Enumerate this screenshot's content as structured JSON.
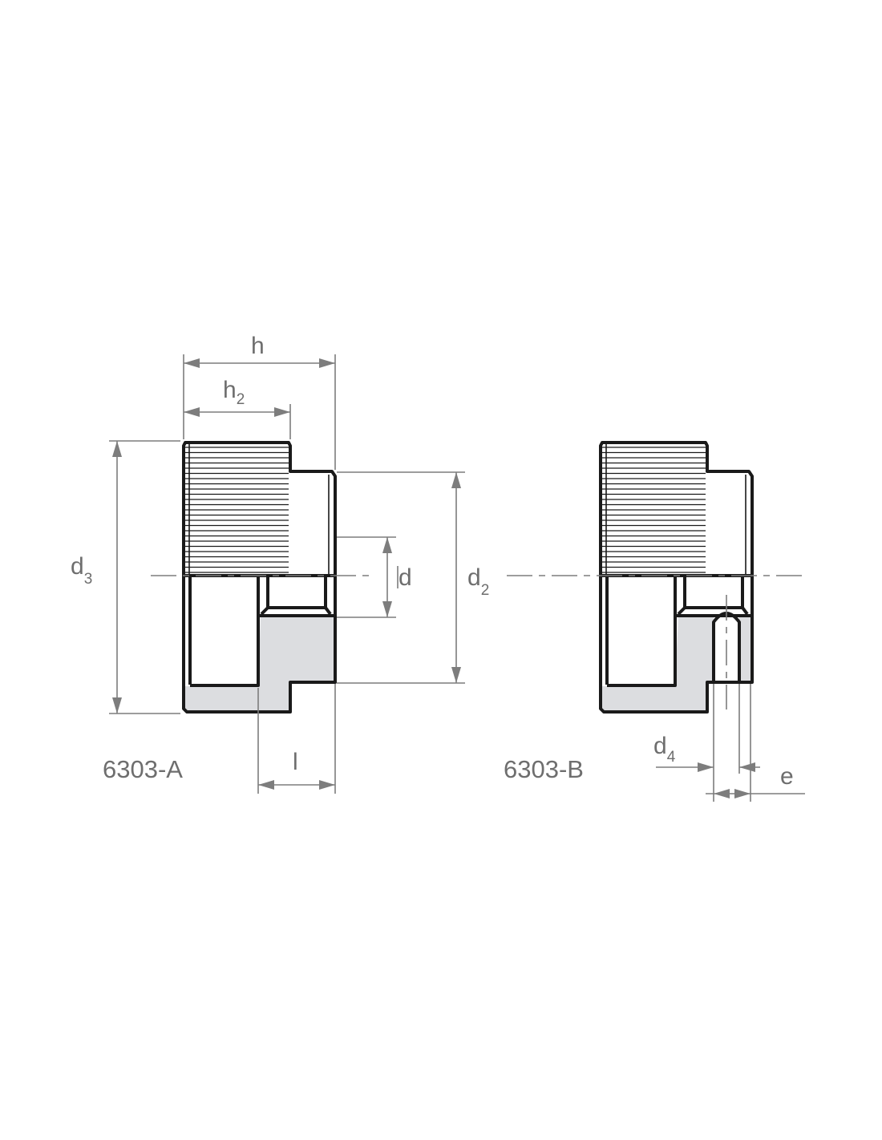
{
  "labels": {
    "h": "h",
    "h2_base": "h",
    "h2_sub": "2",
    "d3_base": "d",
    "d3_sub": "3",
    "d": "d",
    "d2_base": "d",
    "d2_sub": "2",
    "l": "l",
    "d4_base": "d",
    "d4_sub": "4",
    "e": "e"
  },
  "variants": {
    "a": "6303-A",
    "b": "6303-B"
  },
  "colors": {
    "outline": "#1a1a1a",
    "dimension": "#7d7d7d",
    "section_fill": "#dcdde0",
    "text": "#6e6e6e"
  }
}
